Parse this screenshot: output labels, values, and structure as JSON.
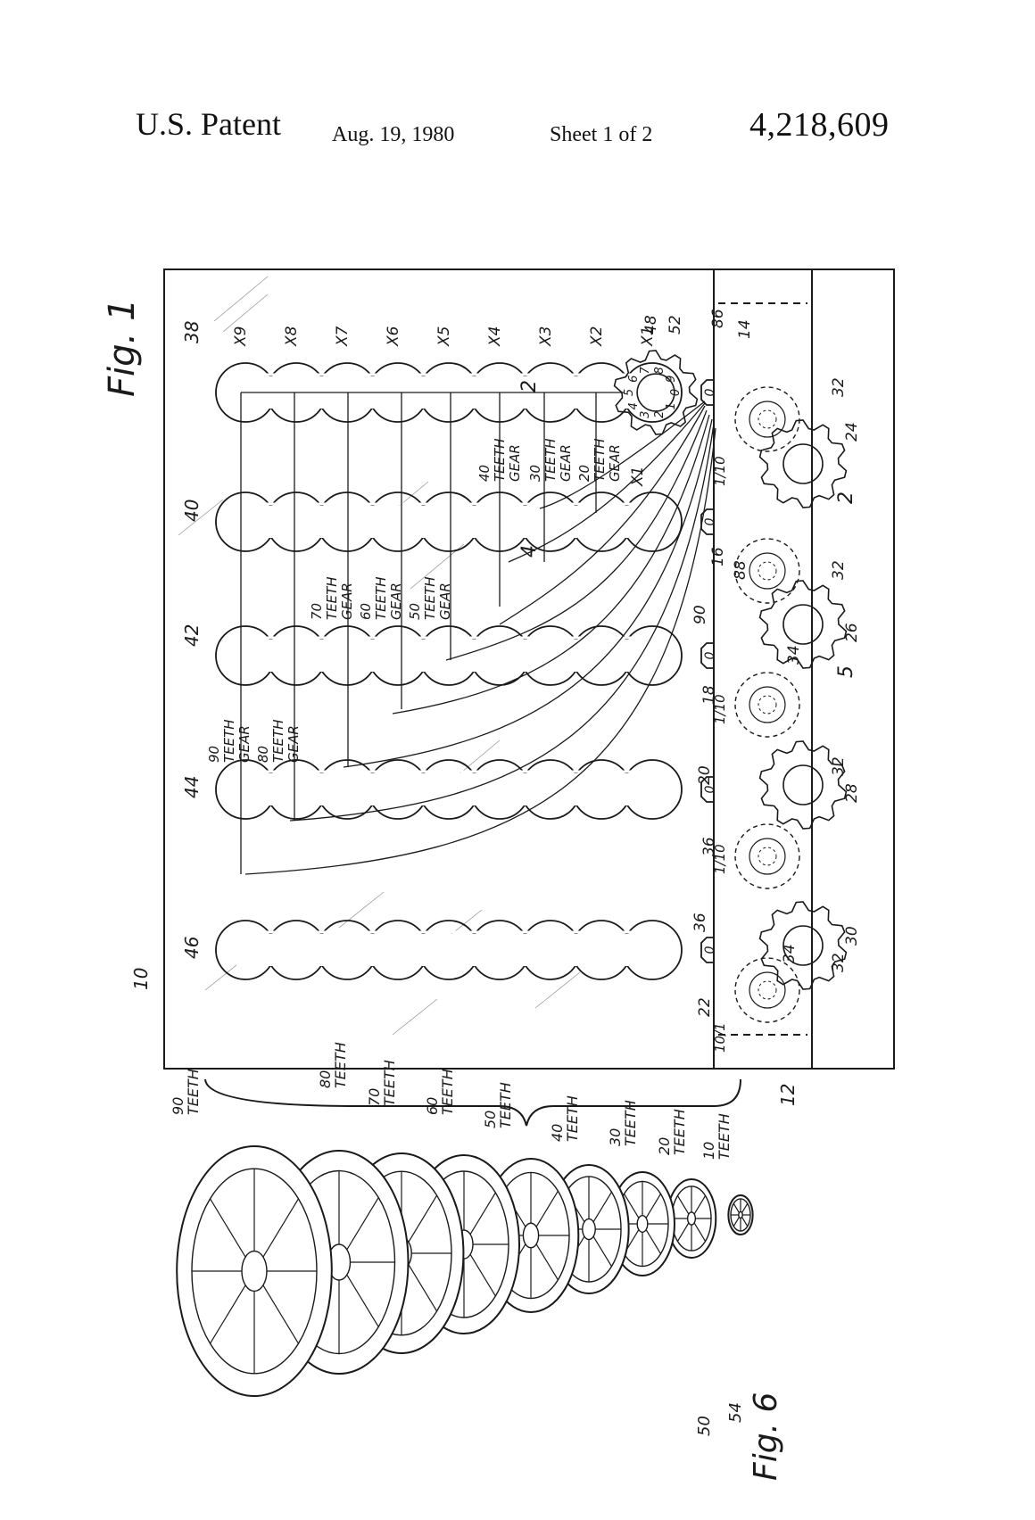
{
  "header": {
    "title": "U.S. Patent",
    "date": "Aug. 19, 1980",
    "sheet": "Sheet 1 of 2",
    "patent_number": "4,218,609"
  },
  "figures": {
    "fig1_label": "Fig. 1",
    "fig6_label": "Fig. 6"
  },
  "column_labels": [
    "X9",
    "X8",
    "X7",
    "X6",
    "X5",
    "X4",
    "X3",
    "X2",
    "X1"
  ],
  "x1_second": "X1",
  "gear_labels_col40": [
    "40 TEETH GEAR",
    "30 TEETH GEAR",
    "20 TEETH GEAR"
  ],
  "gear_labels_col42": [
    "70 TEETH GEAR",
    "60 TEETH GEAR",
    "50 TEETH GEAR"
  ],
  "gear_labels_col44": [
    "90 TEETH GEAR",
    "80 TEETH GEAR"
  ],
  "reference_numerals": {
    "r10": "10",
    "r12": "12",
    "r14": "14",
    "r16": "16",
    "r18": "18",
    "r20": "20",
    "r22": "22",
    "r24": "24",
    "r26": "26",
    "r28": "28",
    "r30": "30",
    "r32": "32",
    "r34": "34",
    "r36": "36",
    "r38": "38",
    "r40": "40",
    "r42": "42",
    "r44": "44",
    "r46": "46",
    "r48": "48",
    "r50": "50",
    "r52": "52",
    "r54": "54",
    "r86": "86",
    "r88": "88",
    "r90": "90"
  },
  "fractions": [
    "1/10",
    "1/10",
    "1/10",
    "10/1"
  ],
  "arrow_numbers": [
    "2",
    "4",
    "2",
    "5"
  ],
  "gear_stack_labels": [
    "90 TEETH",
    "80 TEETH",
    "70 TEETH",
    "60 TEETH",
    "50 TEETH",
    "40 TEETH",
    "30 TEETH",
    "20 TEETH",
    "10 TEETH"
  ],
  "dial_digits": [
    "0",
    "1",
    "2",
    "3",
    "4",
    "5",
    "6",
    "7",
    "8",
    "9"
  ],
  "slot_label": "0"
}
